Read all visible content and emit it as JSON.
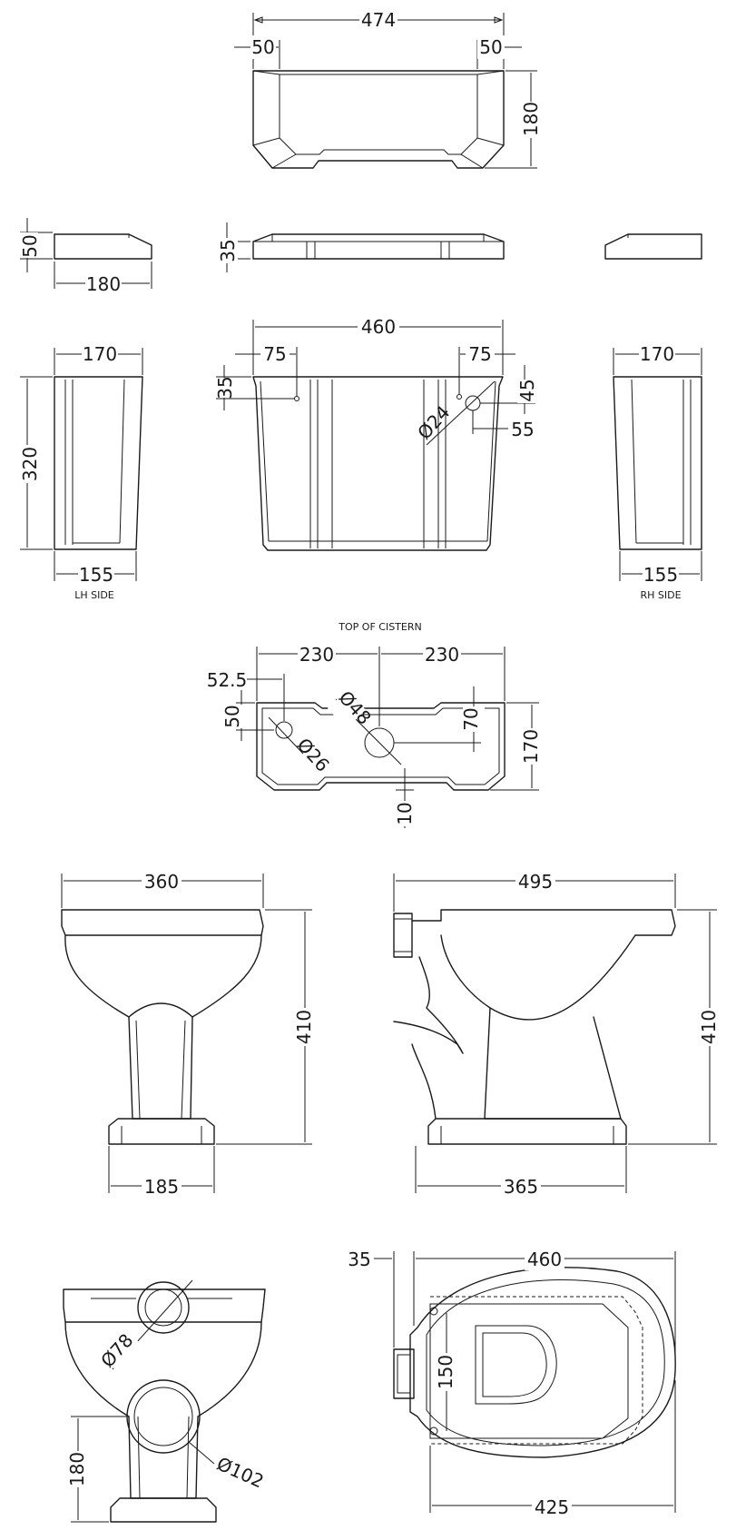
{
  "lid": {
    "width": "474",
    "left_inset": "50",
    "right_inset": "50",
    "depth": "180",
    "side_height": "50",
    "side_depth": "180",
    "front_height": "35"
  },
  "cistern": {
    "width": "460",
    "left_hole_offset": "75",
    "right_hole_offset": "75",
    "hole_drop": "35",
    "button_drop": "45",
    "button_offset": "55",
    "button_diameter": "Ø24",
    "side_width_top_left": "170",
    "side_width_top_right": "170",
    "height": "320",
    "side_width_bottom_left": "155",
    "side_width_bottom_right": "155",
    "lh_side_label": "LH SIDE",
    "rh_side_label": "RH SIDE"
  },
  "cistern_top": {
    "label": "TOP OF CISTERN",
    "half_width_left": "230",
    "half_width_right": "230",
    "hole_offset": "52.5",
    "hole_depth": "50",
    "large_hole": "Ø48",
    "large_hole_depth": "70",
    "small_hole": "Ø26",
    "depth": "170",
    "lip": "10"
  },
  "pan_front": {
    "width": "360",
    "height": "410",
    "foot_width": "185"
  },
  "pan_side": {
    "length": "495",
    "height": "410",
    "foot_length": "365"
  },
  "pan_rear": {
    "inlet": "Ø78",
    "outlet": "Ø102",
    "outlet_height": "180"
  },
  "pan_plan": {
    "rear_offset": "35",
    "length": "460",
    "seat_fixing": "150",
    "base_length": "425"
  }
}
